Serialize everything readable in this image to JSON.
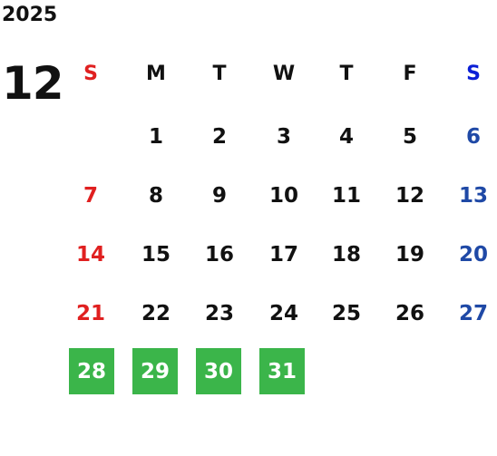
{
  "calendar": {
    "year": "2025",
    "month": "12",
    "weekdays": [
      "S",
      "M",
      "T",
      "W",
      "T",
      "F",
      "S"
    ],
    "weeks": [
      [
        "",
        "1",
        "2",
        "3",
        "4",
        "5",
        "6"
      ],
      [
        "7",
        "8",
        "9",
        "10",
        "11",
        "12",
        "13"
      ],
      [
        "14",
        "15",
        "16",
        "17",
        "18",
        "19",
        "20"
      ],
      [
        "21",
        "22",
        "23",
        "24",
        "25",
        "26",
        "27"
      ],
      [
        "28",
        "29",
        "30",
        "31",
        "",
        "",
        ""
      ]
    ],
    "highlighted_days": [
      "28",
      "29",
      "30",
      "31"
    ],
    "colors": {
      "sunday": "#e02020",
      "saturday": "#1f49a6",
      "saturday_header": "#0b1fd6",
      "highlight": "#3bb54a",
      "text": "#111111"
    }
  }
}
